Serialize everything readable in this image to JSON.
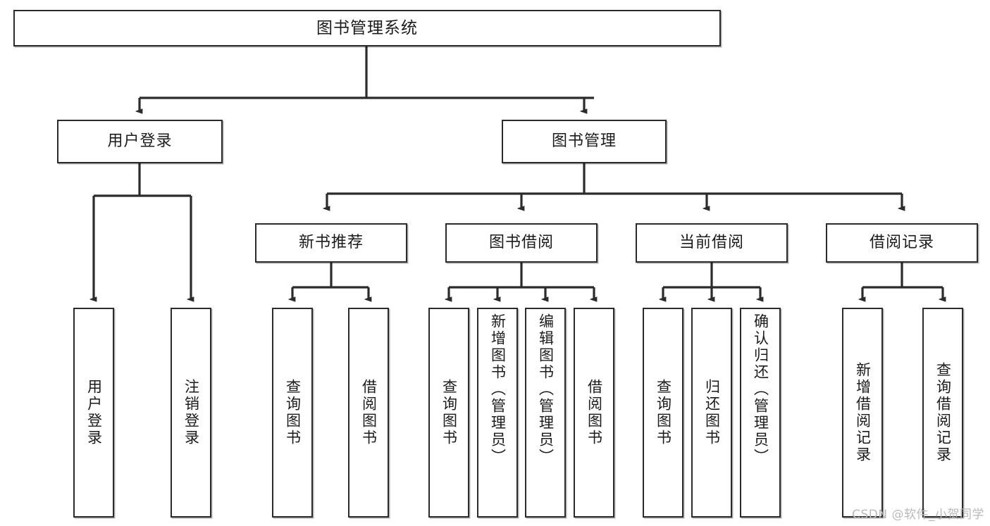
{
  "diagram": {
    "type": "tree",
    "title": "图书管理系统",
    "orientation": "top-down",
    "watermark": "CSDN @软件_小贺同学",
    "colors": {
      "box_border": "#2b2b2b",
      "box_fill": "#ffffff",
      "connector": "#2b2b2b",
      "text": "#1b1b1b",
      "watermark": "#b9b9b9",
      "background": "#ffffff"
    },
    "nodes": {
      "root": {
        "label": "图书管理系统"
      },
      "level2": [
        {
          "id": "user-login",
          "label": "用户登录"
        },
        {
          "id": "book-manage",
          "label": "图书管理"
        }
      ],
      "level3": [
        {
          "id": "new-book-recommend",
          "label": "新书推荐"
        },
        {
          "id": "book-borrow",
          "label": "图书借阅"
        },
        {
          "id": "current-borrow",
          "label": "当前借阅"
        },
        {
          "id": "borrow-record",
          "label": "借阅记录"
        }
      ],
      "leaves": {
        "user-login": [
          {
            "id": "leaf-user-login",
            "label": "用户登录"
          },
          {
            "id": "leaf-user-logout",
            "label": "注销登录"
          }
        ],
        "new-book-recommend": [
          {
            "id": "leaf-query-book-1",
            "label": "查询图书"
          },
          {
            "id": "leaf-borrow-book-1",
            "label": "借阅图书"
          }
        ],
        "book-borrow": [
          {
            "id": "leaf-query-book-2",
            "label": "查询图书"
          },
          {
            "id": "leaf-add-book",
            "label": "新增图书（管理员）"
          },
          {
            "id": "leaf-edit-book",
            "label": "编辑图书（管理员）"
          },
          {
            "id": "leaf-borrow-book-2",
            "label": "借阅图书"
          }
        ],
        "current-borrow": [
          {
            "id": "leaf-query-book-3",
            "label": "查询图书"
          },
          {
            "id": "leaf-return-book",
            "label": "归还图书"
          },
          {
            "id": "leaf-confirm-return",
            "label": "确认归还（管理员）"
          }
        ],
        "borrow-record": [
          {
            "id": "leaf-add-record",
            "label": "新增借阅记录"
          },
          {
            "id": "leaf-query-record",
            "label": "查询借阅记录"
          }
        ]
      }
    },
    "edges": [
      {
        "from": "图书管理系统",
        "to": "用户登录"
      },
      {
        "from": "图书管理系统",
        "to": "图书管理"
      },
      {
        "from": "图书管理",
        "to": "新书推荐"
      },
      {
        "from": "图书管理",
        "to": "图书借阅"
      },
      {
        "from": "图书管理",
        "to": "当前借阅"
      },
      {
        "from": "图书管理",
        "to": "借阅记录"
      },
      {
        "from": "用户登录",
        "to": "用户登录"
      },
      {
        "from": "用户登录",
        "to": "注销登录"
      },
      {
        "from": "新书推荐",
        "to": "查询图书"
      },
      {
        "from": "新书推荐",
        "to": "借阅图书"
      },
      {
        "from": "图书借阅",
        "to": "查询图书"
      },
      {
        "from": "图书借阅",
        "to": "新增图书（管理员）"
      },
      {
        "from": "图书借阅",
        "to": "编辑图书（管理员）"
      },
      {
        "from": "图书借阅",
        "to": "借阅图书"
      },
      {
        "from": "当前借阅",
        "to": "查询图书"
      },
      {
        "from": "当前借阅",
        "to": "归还图书"
      },
      {
        "from": "当前借阅",
        "to": "确认归还（管理员）"
      },
      {
        "from": "借阅记录",
        "to": "新增借阅记录"
      },
      {
        "from": "借阅记录",
        "to": "查询借阅记录"
      }
    ]
  }
}
